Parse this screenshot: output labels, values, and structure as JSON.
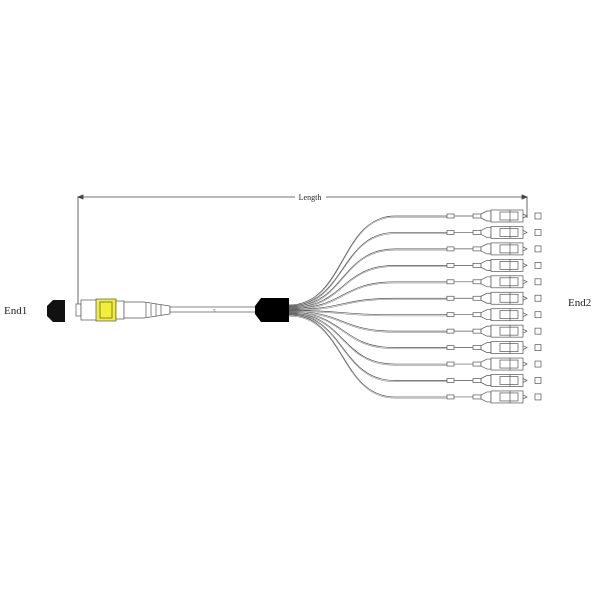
{
  "labels": {
    "length": "Length",
    "end1": "End1",
    "end2": "End2"
  },
  "fanout": {
    "leg_count": 12
  },
  "colors": {
    "line": "#555555",
    "connector_body": "#f2ef3a",
    "splitter": "#000000"
  }
}
